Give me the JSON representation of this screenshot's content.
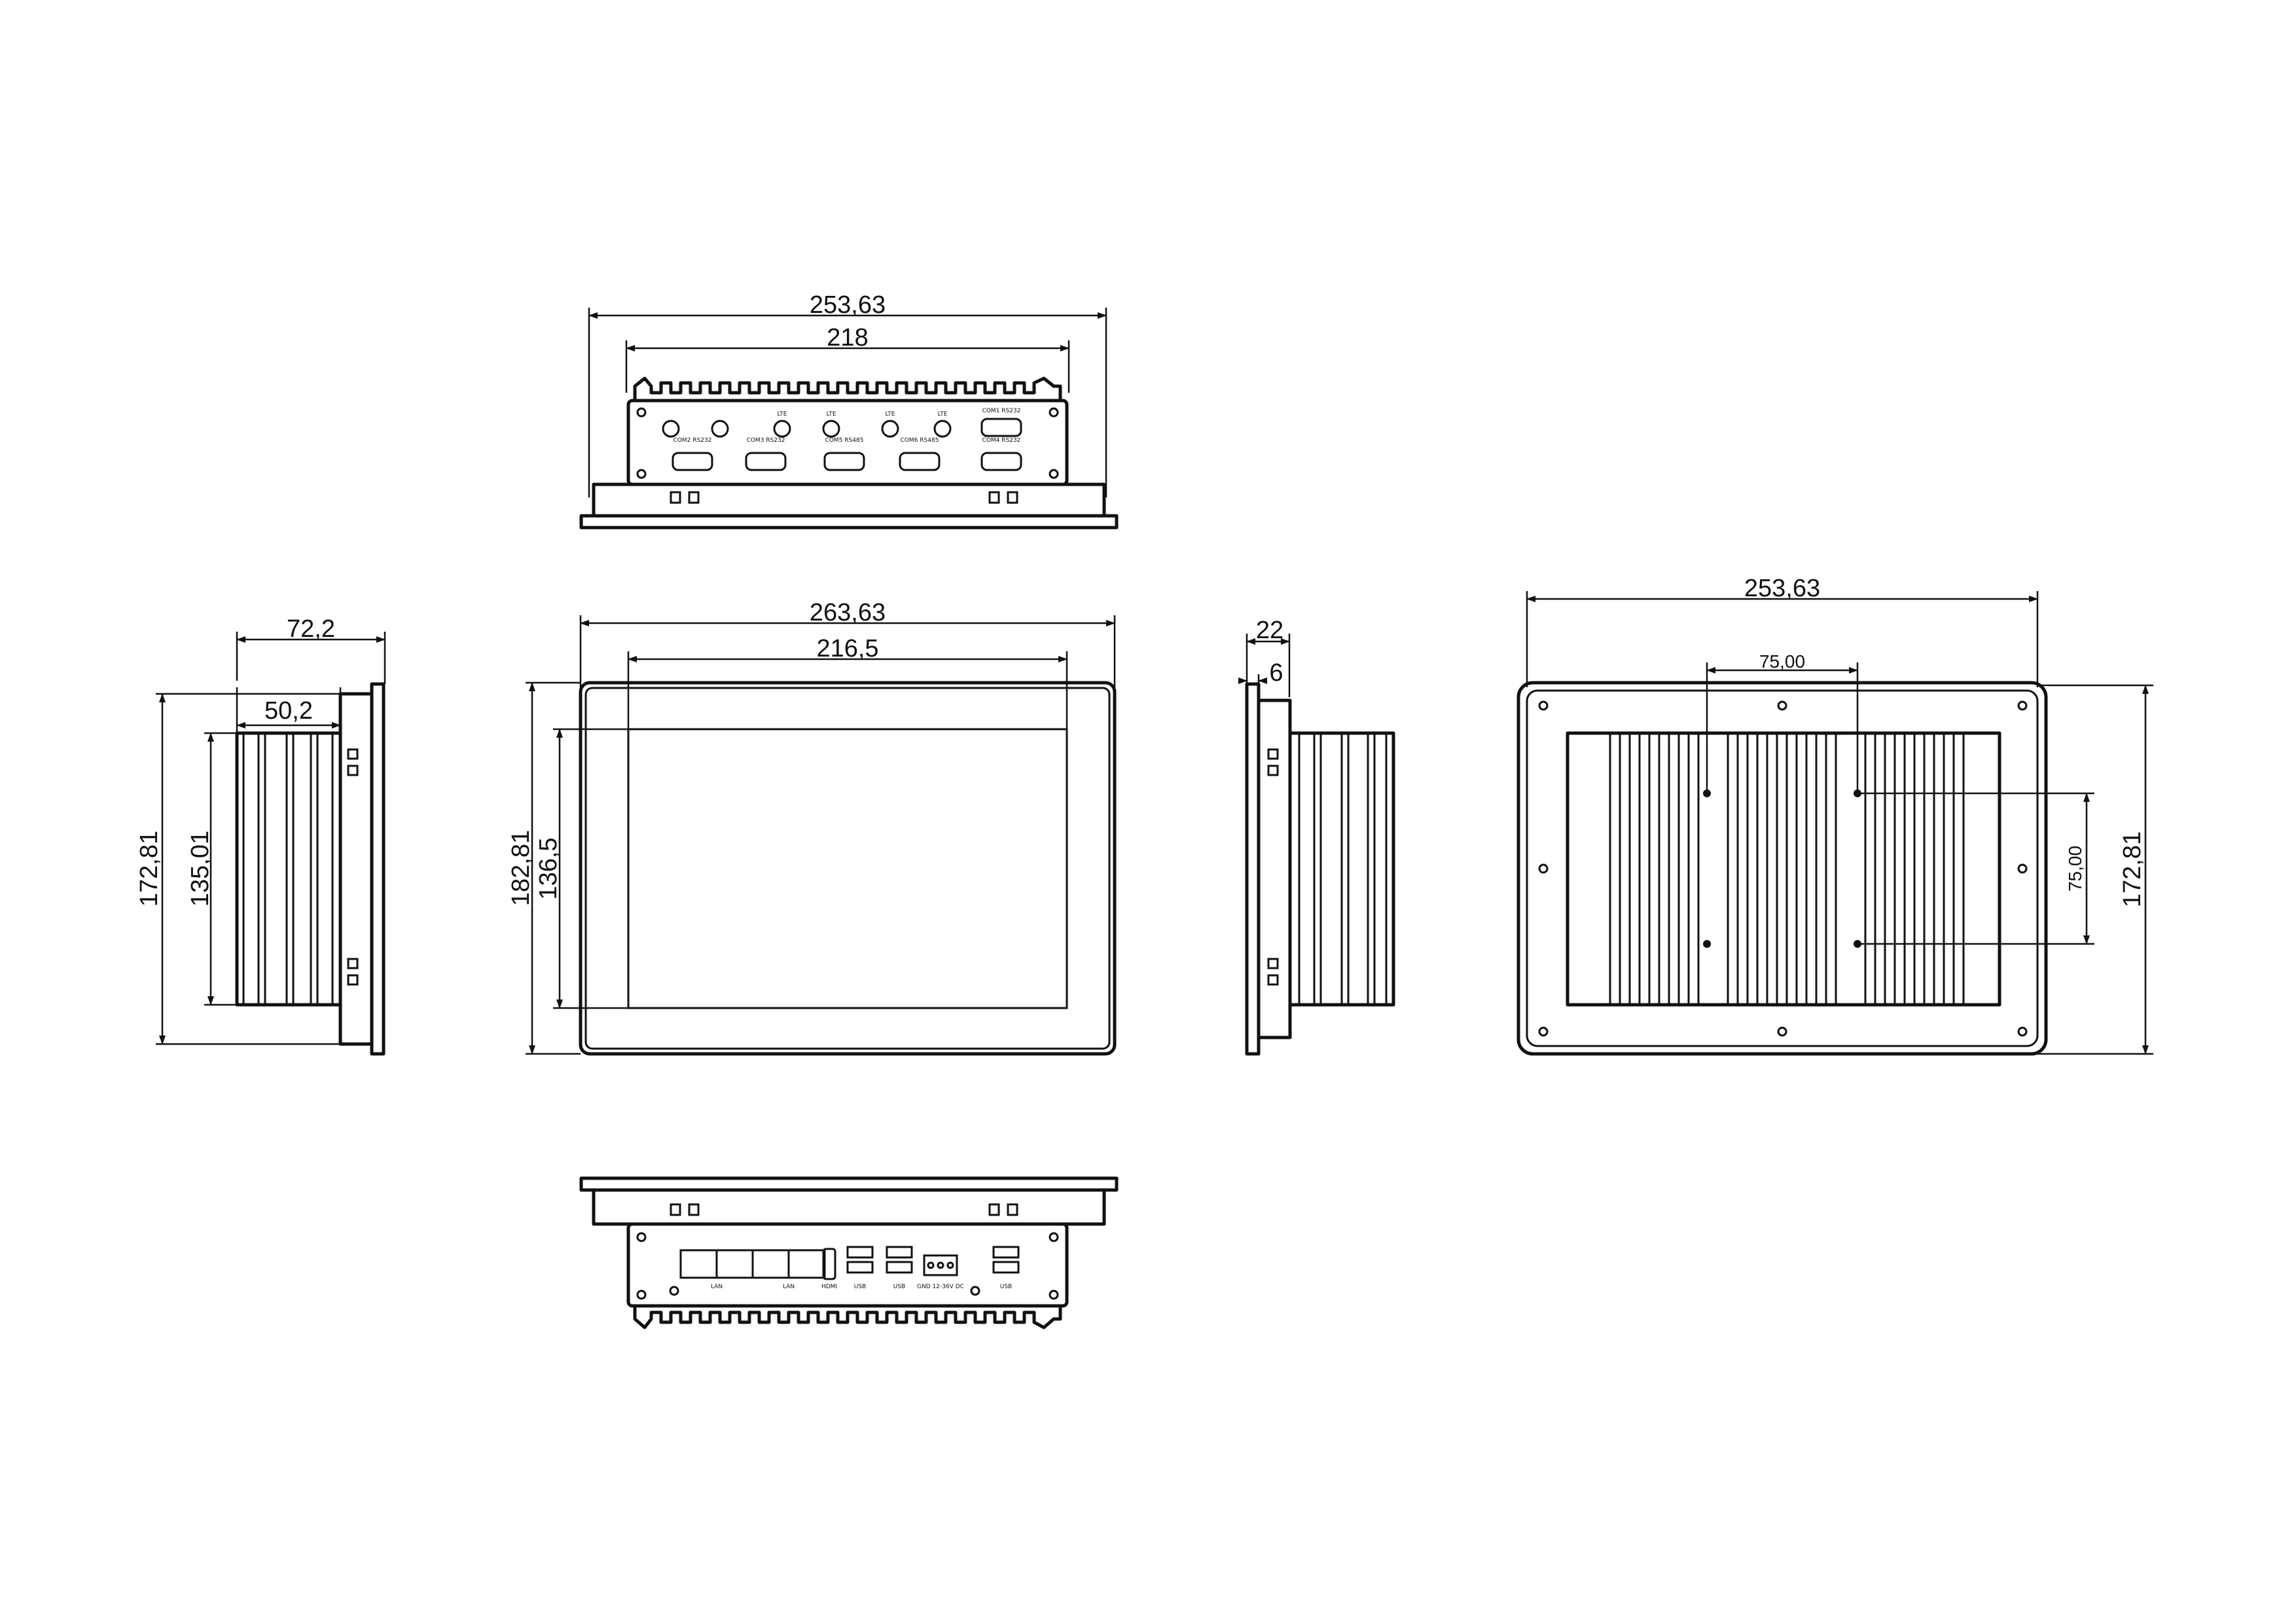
{
  "views": {
    "top": {
      "dim_overall_width": "253,63",
      "dim_inner_width": "218"
    },
    "front": {
      "dim_overall_width": "263,63",
      "dim_screen_width": "216,5",
      "dim_overall_height": "182,81",
      "dim_screen_height": "136,5"
    },
    "left": {
      "dim_depth": "72,2",
      "dim_body_depth": "50,2",
      "dim_height": "172,81",
      "dim_body_height": "135,01"
    },
    "right": {
      "dim_depth": "22",
      "dim_bezel": "6"
    },
    "back": {
      "dim_width": "253,63",
      "dim_vesa_h": "75,00",
      "dim_vesa_v": "75,00",
      "dim_height": "172,81"
    }
  },
  "ports_top": {
    "lte": "LTE",
    "com1": "COM1 RS232",
    "com2": "COM2 RS232",
    "com3": "COM3 RS232",
    "com4": "COM4 RS232",
    "com5": "COM5 RS485",
    "com6": "COM6 RS485"
  },
  "ports_bottom": {
    "lan": "LAN",
    "hdmi": "HDMI",
    "usb": "USB",
    "power": "GND 12-36V DC"
  }
}
